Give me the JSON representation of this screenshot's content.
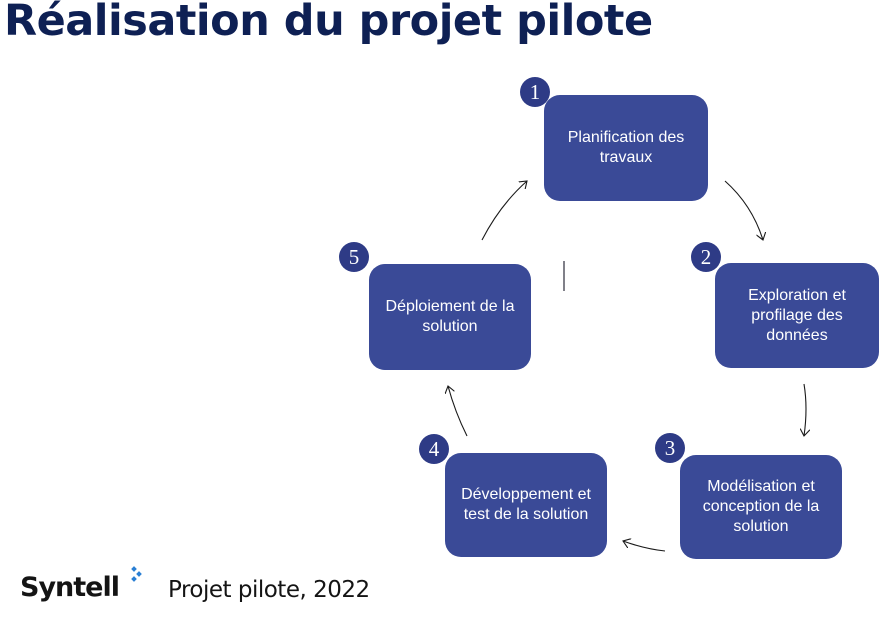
{
  "slide": {
    "title": "Réalisation du projet pilote"
  },
  "steps": [
    {
      "number": "1",
      "label": "Planification des travaux"
    },
    {
      "number": "2",
      "label": "Exploration et profilage des données"
    },
    {
      "number": "3",
      "label": "Modélisation et conception de la solution"
    },
    {
      "number": "4",
      "label": "Développement et test de la solution"
    },
    {
      "number": "5",
      "label": "Déploiement de la solution"
    }
  ],
  "footer": {
    "logo_text": "Syntell",
    "caption": "Projet pilote, 2022"
  },
  "colors": {
    "title": "#0e2054",
    "step_fill": "#3a4a97",
    "badge_fill": "#2e3b86",
    "logo_dots": "#2a7fd4"
  }
}
